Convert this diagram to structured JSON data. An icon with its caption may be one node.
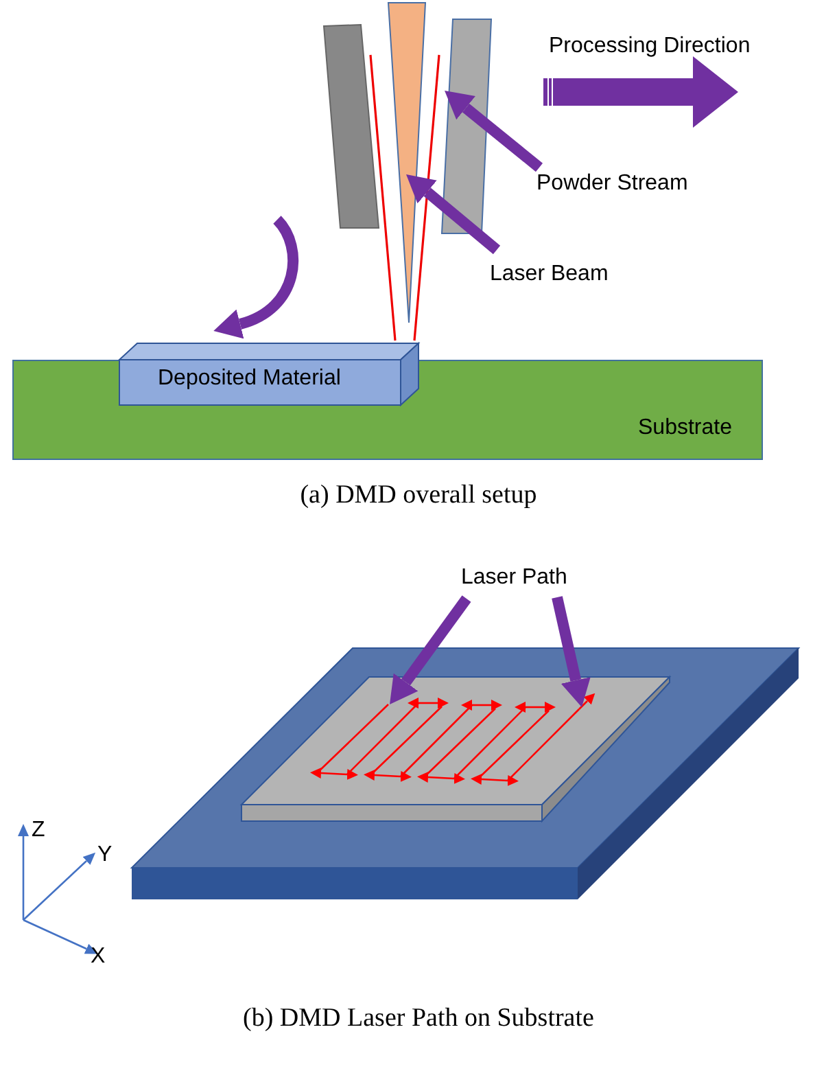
{
  "diagram": {
    "nodes": [
      {
        "text": [
          "Powder Stream"
        ]
      },
      {
        "text": [],
        "shape": "line"
      },
      {
        "text": [
          "Laser Beam"
        ]
      },
      {
        "text": [],
        "shape": "cone"
      },
      {
        "text": [
          "Laser Path"
        ]
      },
      {
        "text": [],
        "shape": "path"
      },
      {
        "text": [
          "Substrate"
        ]
      },
      {
        "text": [
          "Deposited Material"
        ],
        "in": 6
      }
    ],
    "edges": [
      {
        "from": 0,
        "to": 1,
        "arrow": "to"
      },
      {
        "from": 2,
        "to": 3,
        "arrow": "to"
      },
      {
        "from": 4,
        "to": 5,
        "arrow": "to"
      },
      {
        "from": 4,
        "to": 5,
        "arrow": "to"
      }
    ],
    "labels": [
      "Processing Direction",
      "(a) DMD overall setup",
      "Z",
      "Y",
      "X",
      "(b) DMD Laser Path on Substrate"
    ]
  }
}
